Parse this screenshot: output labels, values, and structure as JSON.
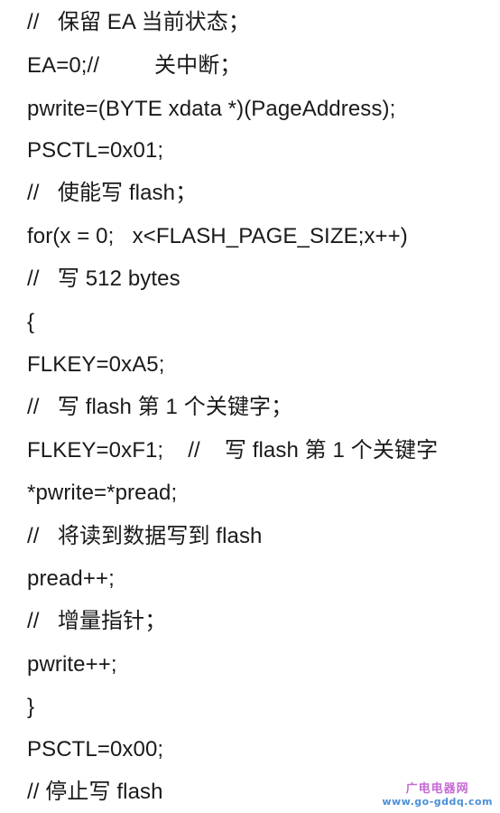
{
  "code_lines": [
    "//   保留 EA 当前状态；",
    "EA=0;//         关中断；",
    "pwrite=(BYTE xdata *)(PageAddress);",
    "PSCTL=0x01;",
    "//   使能写 flash；",
    "for(x = 0;   x<FLASH_PAGE_SIZE;x++)",
    "//   写 512 bytes",
    "{",
    "FLKEY=0xA5;",
    "//   写 flash 第 1 个关键字；",
    "FLKEY=0xF1;    //    写 flash 第 1 个关键字",
    "*pwrite=*pread;",
    "//   将读到数据写到 flash",
    "pread++;",
    "//   增量指针；",
    "pwrite++;",
    "}",
    "PSCTL=0x00;",
    "// 停止写 flash"
  ],
  "watermark": {
    "top": "广电电器网",
    "bottom": "www.go-gddq.com"
  }
}
